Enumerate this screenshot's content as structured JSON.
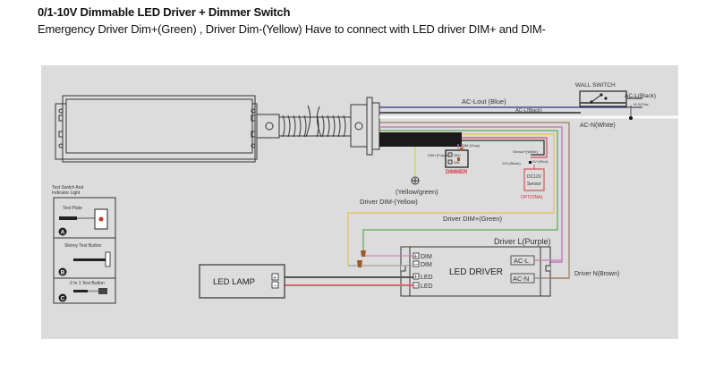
{
  "header": {
    "title": "0/1-10V Dimmable LED Driver + Dimmer Switch",
    "subtitle": "Emergency Driver Dim+(Green) , Driver Dim-(Yellow) Have to connect with LED driver  DIM+ and DIM-"
  },
  "diagram": {
    "wall_switch": {
      "label": "WALL SWITCH",
      "ac_l_in": "AC-L(Black)",
      "small_note": "90-347Vac"
    },
    "wires": {
      "ac_lout": "AC-Lout (Blue)",
      "ac_l": "AC-L(Black)",
      "ac_n": "AC-N(White)",
      "dim_minus_gray": "DIM-(Gray)",
      "dim_plus_purple": "DIM+(Purple)",
      "sensor_white": "Sensor+(White)",
      "v12_black": "12V-(Black)",
      "v0_red": "0V+(Red)",
      "ground": "(Yellow/green)",
      "driver_dim_minus": "Driver DIM-(Yellow)",
      "driver_dim_plus": "Driver DIM+(Green)",
      "driver_l": "Driver L(Purple)",
      "driver_n": "Driver N(Brown)"
    },
    "dimmer": {
      "label": "DIMMER",
      "terminals": [
        "DIM+",
        "DIM-"
      ]
    },
    "sensor": {
      "label_line1": "DC12V",
      "label_line2": "Sensor",
      "optional": "OPTIONAL"
    },
    "test_panel": {
      "heading_line1": "Test Switch And",
      "heading_line2": "Indicator Light",
      "items": [
        {
          "badge": "A",
          "label": "Test Plate"
        },
        {
          "badge": "B",
          "label": "Skinny Test Button"
        },
        {
          "badge": "C",
          "label": "2 In 1 Test Button"
        }
      ]
    },
    "led_driver": {
      "label": "LED DRIVER",
      "left_terminals": [
        {
          "sign": "+",
          "label": "DIM"
        },
        {
          "sign": "−",
          "label": "DIM"
        },
        {
          "sign": "+",
          "label": "LED"
        },
        {
          "sign": "−",
          "label": "LED"
        }
      ],
      "right_terminals": [
        "AC-L",
        "AC-N"
      ]
    },
    "led_lamp": {
      "label": "LED LAMP",
      "terminals": [
        "+",
        "−"
      ]
    },
    "colors": {
      "blue": "#2b2f8f",
      "purple": "#c77bb8",
      "brown": "#9b7a5e",
      "green": "#5ca85c",
      "yellow": "#e5c36a",
      "red": "#e0455a",
      "gray": "#a0a0a0",
      "black": "#2a2a2a",
      "panel": "#dcdcdc"
    }
  }
}
